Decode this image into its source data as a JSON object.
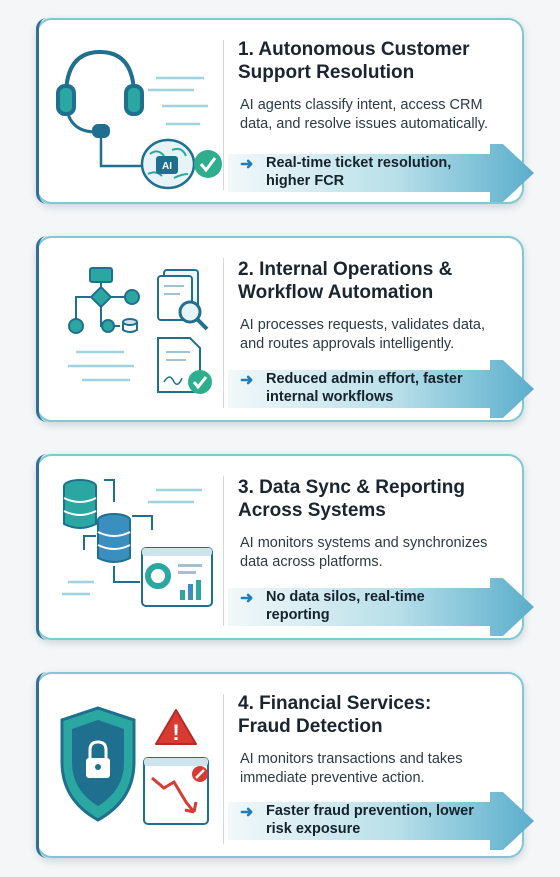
{
  "cards": [
    {
      "title": "1. Autonomous Customer\n    Support Resolution",
      "description": "AI agents classify intent, access CRM\ndata, and resolve issues automatically.",
      "outcome": "Real-time ticket resolution,\nhigher FCR",
      "icon_labels": {
        "chip": "AI"
      }
    },
    {
      "title": "2. Internal Operations &\n    Workflow Automation",
      "description": "AI processes requests, validates data,\nand routes approvals intelligently.",
      "outcome": "Reduced admin effort, faster\ninternal workflows"
    },
    {
      "title": "3. Data Sync & Reporting\n    Across Systems",
      "description": "AI monitors systems and synchronizes\ndata across platforms.",
      "outcome": "No data silos, real-time\nreporting"
    },
    {
      "title": "4. Financial Services:\n    Fraud Detection",
      "description": "AI monitors transactions and takes\nimmediate preventive action.",
      "outcome": "Faster fraud prevention, lower\nrisk exposure"
    }
  ],
  "colors": {
    "teal": "#2aa7a0",
    "navy": "#2f6f9a",
    "arrow_start": "#e8f4f8",
    "arrow_end": "#5fb2cb",
    "check": "#2fae8e",
    "warning": "#d93a32"
  },
  "icons": [
    "headset-icon",
    "ai-brain-icon",
    "checkmark-icon",
    "flowchart-icon",
    "document-search-icon",
    "document-check-icon",
    "database-icon",
    "dashboard-icon",
    "security-shield-icon",
    "lock-icon",
    "warning-icon",
    "declining-chart-icon"
  ]
}
